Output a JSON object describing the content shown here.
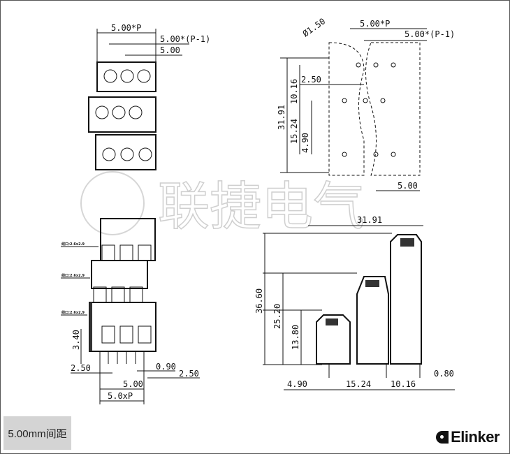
{
  "watermark": {
    "text": "联捷电气"
  },
  "top_left_view": {
    "dims": [
      "5.00*P",
      "5.00*(P-1)",
      "5.00"
    ]
  },
  "top_right_view": {
    "dims": [
      "5.00*P",
      "5.00*(P-1)",
      "Ø1.50",
      "10.16",
      "2.50",
      "31.91",
      "15.24",
      "4.90",
      "5.00"
    ]
  },
  "front_view": {
    "wire_labels": [
      "线口:2.6x2.9",
      "线口:2.6x2.9",
      "线口:2.6x2.9"
    ],
    "dims": [
      "3.40",
      "2.50",
      "0.90",
      "2.50",
      "5.00",
      "5.0xP"
    ]
  },
  "side_view": {
    "dims": [
      "31.91",
      "36.60",
      "25.20",
      "13.80",
      "4.90",
      "15.24",
      "10.16",
      "0.80"
    ]
  },
  "caption": "5.00mm间距",
  "brand": {
    "name": "Elinker"
  }
}
